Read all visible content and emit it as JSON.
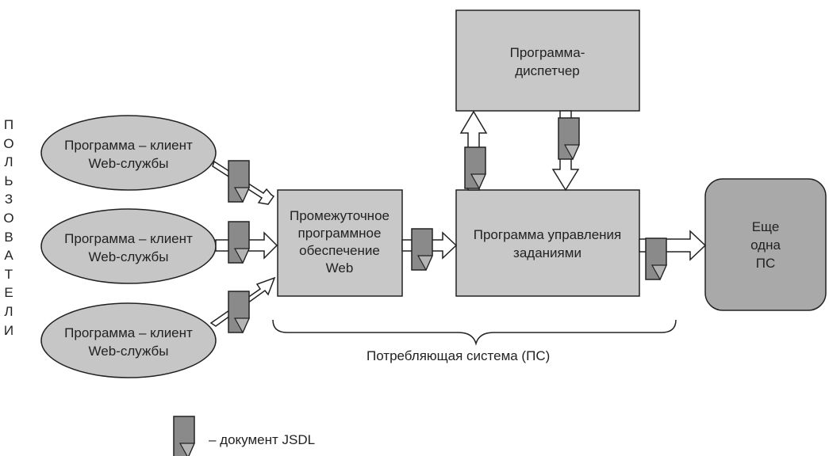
{
  "users_vertical_label": [
    "П",
    "О",
    "Л",
    "Ь",
    "З",
    "О",
    "В",
    "А",
    "Т",
    "Е",
    "Л",
    "И"
  ],
  "clients": [
    {
      "line1": "Программа – клиент",
      "line2": "Web-службы"
    },
    {
      "line1": "Программа – клиент",
      "line2": "Web-службы"
    },
    {
      "line1": "Программа – клиент",
      "line2": "Web-службы"
    }
  ],
  "middleware": {
    "lines": [
      "Промежуточное",
      "программное",
      "обеспечение",
      "Web"
    ]
  },
  "dispatcher": {
    "lines": [
      "Программа-",
      "диспетчер"
    ]
  },
  "job_manager": {
    "lines": [
      "Программа управления",
      "заданиями"
    ]
  },
  "other_system": {
    "lines": [
      "Еще",
      "одна",
      "ПС"
    ]
  },
  "consuming_system_label": "Потребляющая система (ПС)",
  "legend": {
    "text": "– документ JSDL"
  },
  "colors": {
    "box_fill": "#c8c8c8",
    "ellipse_fill": "#c6c6c6",
    "other_fill": "#a9a9a9",
    "doc_fill": "#8a8a8a",
    "stroke": "#222222"
  }
}
